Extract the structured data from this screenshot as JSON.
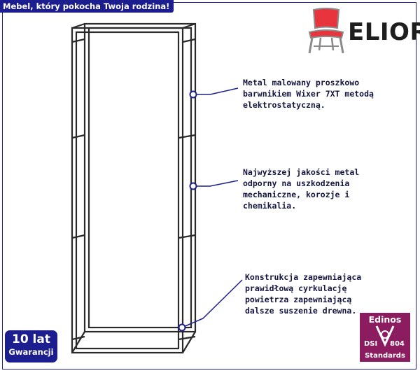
{
  "banner": {
    "text": "Mebel, który pokocha Twoja rodzina!"
  },
  "brand": {
    "name": "ELIOR",
    "chair_color": "#e8343d"
  },
  "callouts": [
    {
      "text": "Metal malowany proszkowo\nbarwnikiem Wixer 7XT metodą\nelektrostatyczną."
    },
    {
      "text": "Najwyższej jakości metal\nodporny na uszkodzenia\nmechaniczne, korozje i\nchemikalia."
    },
    {
      "text": "Konstrukcja zapewniająca\nprawidłową cyrkulację\npowietrza zapewniającą\ndalsze suszenie drewna."
    }
  ],
  "warranty": {
    "number": "10 lat",
    "label": "Gwarancji"
  },
  "certificate": {
    "name": "Edinos",
    "dsi": "DSI",
    "code": "804",
    "standards": "Standards",
    "color": "#8c1c60"
  },
  "colors": {
    "accent": "#1c1e8f",
    "rack": "#2a2a2a"
  }
}
